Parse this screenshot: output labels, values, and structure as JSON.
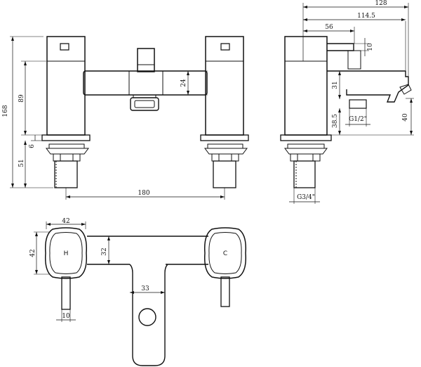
{
  "front_view": {
    "dim_total_height": "168",
    "dim_body_height": "89",
    "dim_washer": "6",
    "dim_shank": "51",
    "dim_spout_height": "24",
    "dim_centres": "180"
  },
  "side_view": {
    "dim_total_depth": "128",
    "dim_spout_reach": "114.5",
    "dim_lever_reach": "56",
    "dim_lever_thickness": "10",
    "dim_spout_drop": "31",
    "dim_outlet_height": "38.5",
    "dim_spout_to_deck": "40",
    "outlet_thread": "G1/2\"",
    "inlet_thread": "G3/4\""
  },
  "top_view": {
    "dim_handle_width": "42",
    "dim_handle_depth": "42",
    "dim_spout_depth": "32",
    "dim_spout_width": "33",
    "dim_lever_width": "10",
    "hot_label": "H",
    "cold_label": "C"
  }
}
